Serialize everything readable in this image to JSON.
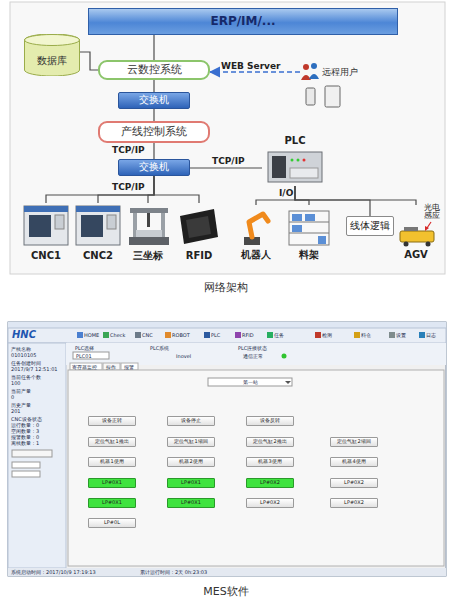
{
  "diagram": {
    "nodes": [
      {
        "text": [
          "ERP/IM/..."
        ]
      },
      {
        "text": [
          "数据库"
        ]
      },
      {
        "text": [
          "云数控系统"
        ]
      },
      {
        "text": [
          "远程用户"
        ]
      },
      {
        "text": [
          "交换机"
        ]
      },
      {
        "text": [
          "产线控制系统"
        ]
      },
      {
        "text": [
          "交换机"
        ]
      },
      {
        "text": [
          "PLC"
        ]
      },
      {
        "text": [
          "CNC1"
        ]
      },
      {
        "text": [
          "CNC2"
        ]
      },
      {
        "text": [
          "三坐标"
        ]
      },
      {
        "text": [
          "RFID"
        ]
      },
      {
        "text": [
          "机器人"
        ]
      },
      {
        "text": [
          "料架"
        ]
      },
      {
        "text": [
          "线体逻辑"
        ]
      },
      {
        "text": [
          "AGV"
        ]
      },
      {
        "text": [
          "设备正转"
        ]
      },
      {
        "text": [
          "设备停止"
        ]
      },
      {
        "text": [
          "设备反转"
        ]
      },
      {
        "text": [
          "定位气缸1推出"
        ]
      },
      {
        "text": [
          "定位气缸1缩回"
        ]
      },
      {
        "text": [
          "定位气缸2推出"
        ]
      },
      {
        "text": [
          "定位气缸2缩回"
        ]
      },
      {
        "text": [
          "机器1使用"
        ]
      },
      {
        "text": [
          "机器2使用"
        ]
      },
      {
        "text": [
          "机器3使用"
        ]
      },
      {
        "text": [
          "机器4使用"
        ]
      },
      {
        "text": [
          "LP#0X1"
        ]
      },
      {
        "text": [
          "LP#0X1"
        ]
      },
      {
        "text": [
          "LP#0X2"
        ]
      },
      {
        "text": [
          "LP#0X2"
        ]
      },
      {
        "text": [
          "LP#0X1"
        ]
      },
      {
        "text": [
          "LP#0X1"
        ]
      },
      {
        "text": [
          "LP#0X2"
        ]
      },
      {
        "text": [
          "LP#0X2"
        ]
      },
      {
        "text": [
          "LP#0L"
        ]
      }
    ],
    "edges": [
      {
        "from": 0,
        "to": 2,
        "arrow": "none"
      },
      {
        "from": 1,
        "to": 2,
        "arrow": "none"
      },
      {
        "from": 3,
        "to": 2,
        "arrow": "to",
        "label": "WEB Server"
      },
      {
        "from": 2,
        "to": 4,
        "arrow": "none"
      },
      {
        "from": 4,
        "to": 5,
        "arrow": "none"
      },
      {
        "from": 5,
        "to": 6,
        "arrow": "none",
        "label": "TCP/IP"
      },
      {
        "from": 6,
        "to": 7,
        "arrow": "none",
        "label": "TCP/IP"
      },
      {
        "from": 6,
        "to": 8,
        "arrow": "none"
      },
      {
        "from": 6,
        "to": 9,
        "arrow": "none"
      },
      {
        "from": 6,
        "to": 10,
        "arrow": "none"
      },
      {
        "from": 6,
        "to": 11,
        "arrow": "none"
      },
      {
        "from": 7,
        "to": 12,
        "arrow": "none"
      },
      {
        "from": 7,
        "to": 13,
        "arrow": "none"
      },
      {
        "from": 7,
        "to": 14,
        "arrow": "none"
      },
      {
        "from": 7,
        "to": 15,
        "arrow": "none"
      }
    ],
    "labels": [
      "TCP/IP",
      "I/O",
      "光电感应",
      "网络架构",
      "HNC",
      "HOME",
      "Check",
      "CNC",
      "ROBOT",
      "PLC",
      "RFID",
      "任务",
      "检测",
      "料仓",
      "设置",
      "日志",
      "产线名称",
      "01010105",
      "任务创建时间",
      "2017/9/7 12:51:01",
      "当前任务个数",
      "100",
      "当前产量",
      "0",
      "历史产量",
      "201",
      "CNC设备状态",
      "运行数量：0",
      "空闲数量：3",
      "报警数量：0",
      "离线数量：1",
      "PLC选择",
      "PLC01",
      "PLC系统",
      "Inovel",
      "PLC连接状态",
      "通信正常",
      "寄存器监控",
      "操作",
      "报警",
      "第一站",
      "系统启动时间：2017/10/9 17:19:13",
      "累计运行时间：2天 0h:23:03",
      "MES软件"
    ]
  }
}
